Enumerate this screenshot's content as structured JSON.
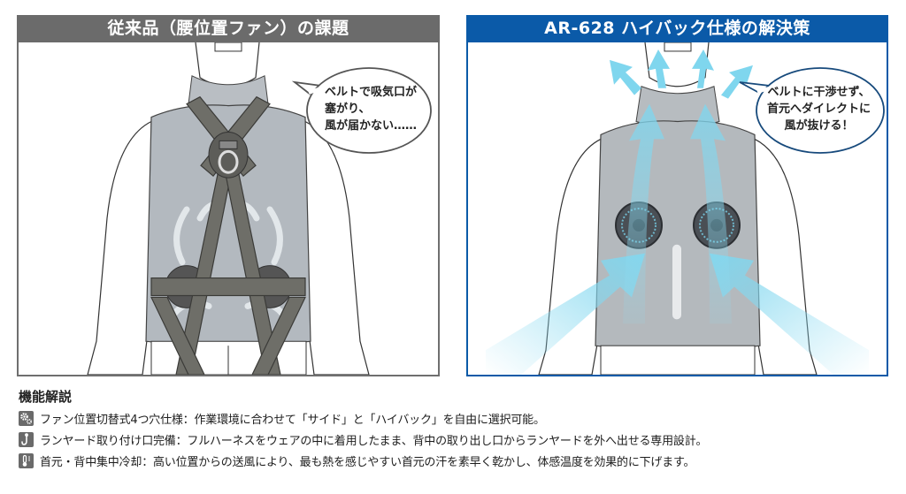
{
  "panels": {
    "left": {
      "title": "従来品（腰位置ファン）の課題",
      "header_color": "#6b6b6b",
      "bubble_text": "ベルトで吸気口が\n塞がり、\n風が届かない……",
      "illustration": "worker-back-with-harness-waist-fans"
    },
    "right": {
      "title": "AR-628 ハイバック仕様の解決策",
      "header_color": "#0b5aa8",
      "bubble_text": "ベルトに干渉せず、\n首元へダイレクトに\n風が抜ける！",
      "illustration": "worker-back-highback-fans-airflow"
    }
  },
  "features": {
    "title": "機能解説",
    "items": [
      {
        "icon": "gears-icon",
        "text": "ファン位置切替式4つ穴仕様：作業環境に合わせて「サイド」と「ハイバック」を自由に選択可能。"
      },
      {
        "icon": "hook-icon",
        "text": "ランヤード取り付け口完備：フルハーネスをウェアの中に着用したまま、背中の取り出し口からランヤードを外へ出せる専用設計。"
      },
      {
        "icon": "thermometer-icon",
        "text": "首元・背中集中冷却：高い位置からの送風により、最も熱を感じやすい首元の汗を素早く乾かし、体感温度を効果的に下げます。"
      }
    ]
  },
  "colors": {
    "gray_header": "#6b6b6b",
    "blue_header": "#0b5aa8",
    "airflow": "#7fd6ee"
  }
}
